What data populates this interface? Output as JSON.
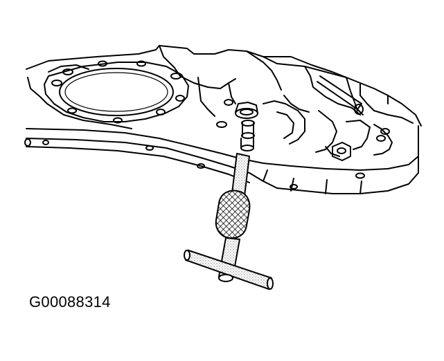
{
  "figure": {
    "id_label": "G00088314"
  },
  "colors": {
    "ink": "#000000",
    "paper": "#ffffff",
    "stipple": "#9a9a9a"
  },
  "parts": {
    "engine_block": "engine-block-underside",
    "gasket": "cylinder-gasket-opening",
    "oil_pan": "oil-pan-rail",
    "tool": "t-handle-tap-tool",
    "knurl": "knurled-grip"
  }
}
